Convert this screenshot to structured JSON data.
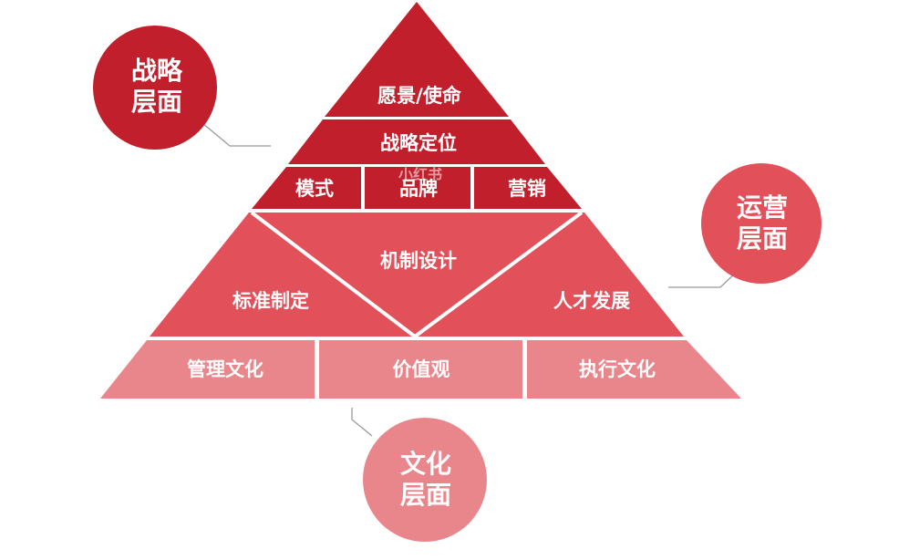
{
  "pyramid": {
    "vision": "愿景/使命",
    "positioning": "战略定位",
    "model": "模式",
    "brand": "品牌",
    "marketing": "营销",
    "mechanism": "机制设计",
    "standards": "标准制定",
    "talent": "人才发展",
    "mgmt_culture": "管理文化",
    "values": "价值观",
    "exec_culture": "执行文化"
  },
  "circles": {
    "strategy": [
      "战略",
      "层面"
    ],
    "operation": [
      "运营",
      "层面"
    ],
    "culture": [
      "文化",
      "层面"
    ]
  },
  "watermark": "小红书",
  "colors": {
    "strategy": "#c11f2c",
    "operation": "#e2505a",
    "culture": "#e9868b"
  }
}
